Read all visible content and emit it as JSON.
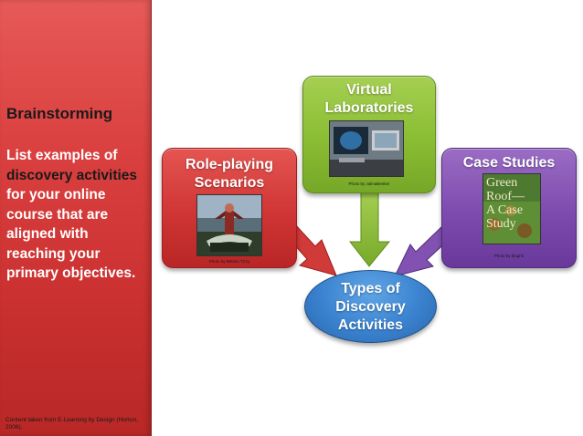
{
  "sidebar": {
    "title": "Brainstorming",
    "body_part1": "List examples of",
    "body_part2": "discovery activities",
    "body_part3": "for your online course that are aligned with reaching your primary objectives.",
    "footer": "Content taken from  E-Learning by Design (Horton, 2006)."
  },
  "nodes": {
    "roleplaying": {
      "label_line1": "Role-playing",
      "label_line2": "Scenarios",
      "credit": "Photo by Bettina Tizzy",
      "color": "#cf3534"
    },
    "virtual": {
      "label_line1": "Virtual",
      "label_line2": "Laboratories",
      "credit": "Photo by JulinaBeeker",
      "color": "#8abd33"
    },
    "casestudies": {
      "label_line1": "Case Studies",
      "credit": "Photo by blugrin",
      "color": "#7d4aae",
      "cover_text_1": "Green",
      "cover_text_2": "Roof—",
      "cover_text_3": "A Case",
      "cover_text_4": "Study"
    },
    "center": {
      "label_line1": "Types of",
      "label_line2": "Discovery",
      "label_line3": "Activities",
      "color": "#3a82cf"
    }
  }
}
